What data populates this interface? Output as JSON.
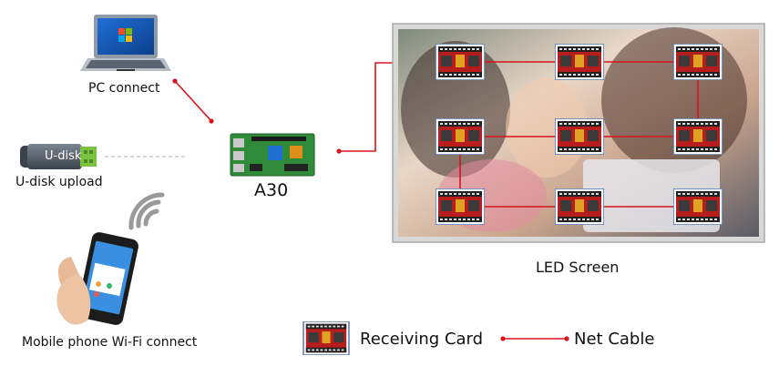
{
  "labels": {
    "pc": "PC connect",
    "udisk_upload": "U-disk upload",
    "udisk_tag": "U-disk",
    "controller": "A30",
    "mobile": "Mobile phone Wi-Fi connect",
    "led_screen": "LED Screen",
    "legend_card": "Receiving Card",
    "legend_cable": "Net Cable"
  },
  "colors": {
    "cable": "#d8141c",
    "card_board": "#c01d1d",
    "card_border": "#4a6fa5",
    "controller_board": "#2f8a3a",
    "frame": "#b9b9b9",
    "wifi": "#9a9a9a"
  },
  "receiving_cards": {
    "rows": 3,
    "cols": 3
  }
}
